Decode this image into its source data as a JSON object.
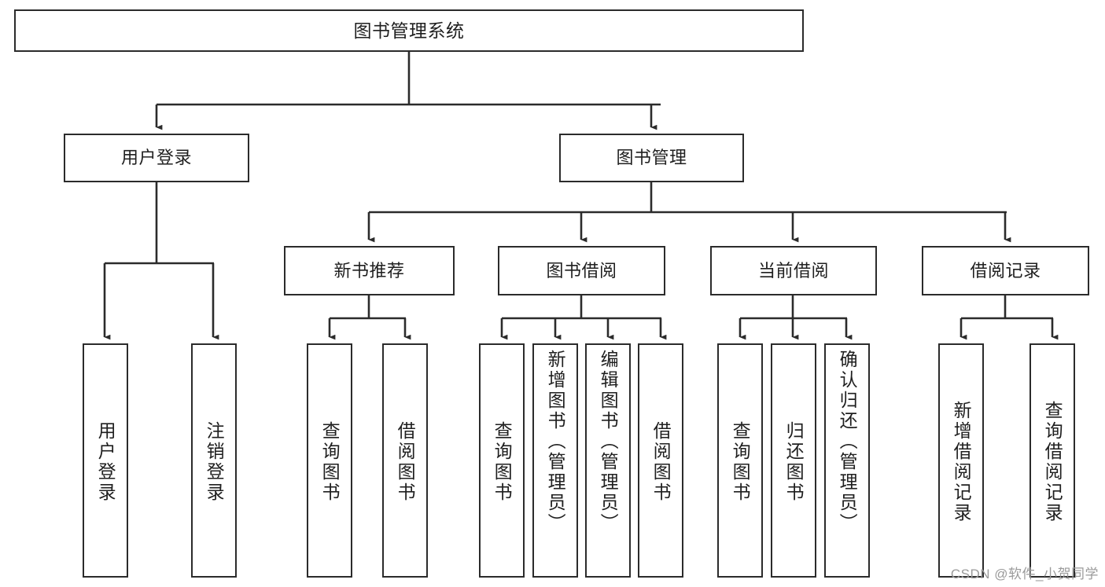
{
  "diagram": {
    "type": "tree-hierarchy",
    "orientation": "top-down",
    "title": "图书管理系统",
    "stroke_color": "#2b2b2b",
    "box_fill": "#ffffff",
    "text_color": "#1f1f1f",
    "levels": 4,
    "nodes": {
      "root": {
        "label": "图书管理系统"
      },
      "level2": [
        {
          "label": "用户登录"
        },
        {
          "label": "图书管理"
        }
      ],
      "level3": [
        {
          "label": "新书推荐"
        },
        {
          "label": "图书借阅"
        },
        {
          "label": "当前借阅"
        },
        {
          "label": "借阅记录"
        }
      ],
      "leaves": {
        "user_login": [
          {
            "label": "用户登录"
          },
          {
            "label": "注销登录"
          }
        ],
        "new_book_recommend": [
          {
            "label": "查询图书"
          },
          {
            "label": "借阅图书"
          }
        ],
        "book_borrow": [
          {
            "label": "查询图书"
          },
          {
            "label": "新增图书（管理员）"
          },
          {
            "label": "编辑图书（管理员）"
          },
          {
            "label": "借阅图书"
          }
        ],
        "current_borrow": [
          {
            "label": "查询图书"
          },
          {
            "label": "归还图书"
          },
          {
            "label": "确认归还（管理员）"
          }
        ],
        "borrow_record": [
          {
            "label": "新增借阅记录"
          },
          {
            "label": "查询借阅记录"
          }
        ]
      }
    }
  },
  "watermark": {
    "text": "CSDN @软件_小贺同学"
  }
}
